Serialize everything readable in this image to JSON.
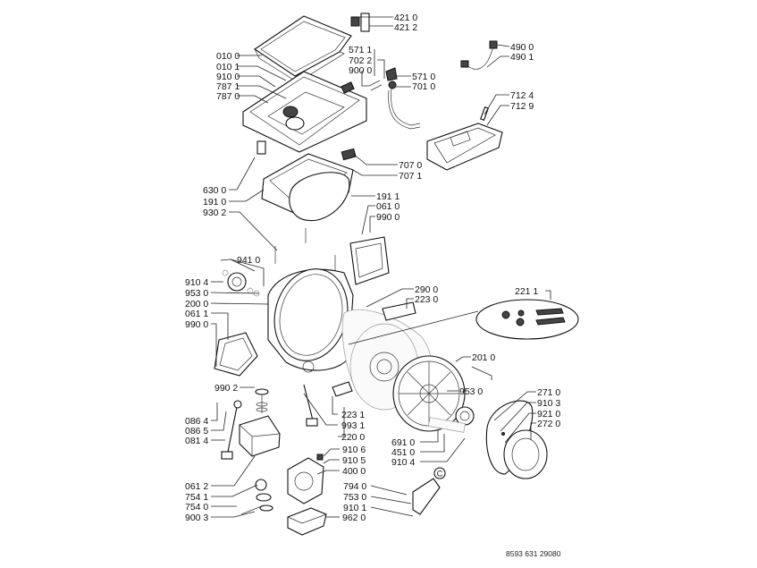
{
  "title": "Washing machine exploded parts diagram",
  "footer_code": "8593 631 29080",
  "callout_symbol": "C",
  "labels": {
    "l4210": "421 0",
    "l4212": "421 2",
    "l5711": "571 1",
    "l7022": "702 2",
    "l9000": "900 0",
    "l5710": "571 0",
    "l7010": "701 0",
    "l4900": "490 0",
    "l4901": "490 1",
    "l7124": "712 4",
    "l7129": "712 9",
    "l0100": "010 0",
    "l0101": "010 1",
    "l9100": "910 0",
    "l7871": "787 1",
    "l7870": "787 0",
    "l7070": "707 0",
    "l7071": "707 1",
    "l6300": "630 0",
    "l1910": "191 0",
    "l9302": "930 2",
    "l1911": "191 1",
    "l0610": "061 0",
    "l9900": "990 0",
    "l9410": "941 0",
    "l9104a": "910 4",
    "l9530a": "953 0",
    "l2000": "200 0",
    "l0611": "061 1",
    "l9900b": "990 0",
    "l2900": "290 0",
    "l2230": "223 0",
    "l2211": "221 1",
    "l2010": "201 0",
    "l9530b": "953 0",
    "l2710": "271 0",
    "l9103": "910 3",
    "l9210": "921 0",
    "l2720": "272 0",
    "l9902": "990 2",
    "l0864": "086 4",
    "l0865": "086 5",
    "l0814": "081 4",
    "l2231": "223 1",
    "l9931": "993 1",
    "l2200": "220 0",
    "l6910": "691 0",
    "l4510": "451 0",
    "l9104b": "910 4",
    "l9106": "910 6",
    "l9105": "910 5",
    "l4000": "400 0",
    "l0612": "061 2",
    "l7541": "754 1",
    "l7540": "754 0",
    "l9003": "900 3",
    "l7940": "794 0",
    "l7530": "753 0",
    "l9101": "910 1",
    "l9620": "962 0"
  }
}
